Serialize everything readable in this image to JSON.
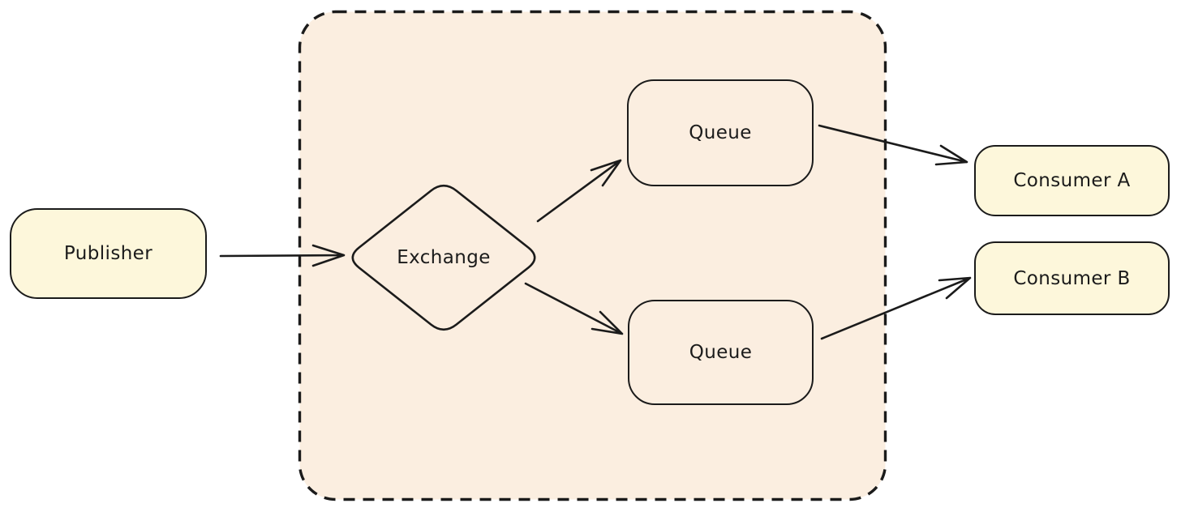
{
  "diagram": {
    "type": "flow-diagram",
    "description": "Message broker topology: a publisher sends to an exchange inside a broker boundary, the exchange routes to two queues, each queue delivers to a consumer",
    "nodes": {
      "publisher": {
        "label": "Publisher",
        "shape": "rounded-rectangle",
        "fill": "yellow"
      },
      "exchange": {
        "label": "Exchange",
        "shape": "diamond",
        "fill": "transparent"
      },
      "queue_top": {
        "label": "Queue",
        "shape": "rounded-rectangle",
        "fill": "transparent"
      },
      "queue_bottom": {
        "label": "Queue",
        "shape": "rounded-rectangle",
        "fill": "transparent"
      },
      "consumer_a": {
        "label": "Consumer A",
        "shape": "rounded-rectangle",
        "fill": "yellow"
      },
      "consumer_b": {
        "label": "Consumer B",
        "shape": "rounded-rectangle",
        "fill": "yellow"
      }
    },
    "container": {
      "style": "dashed-rounded-rectangle",
      "contains": [
        "exchange",
        "queue_top",
        "queue_bottom"
      ]
    },
    "edges": [
      {
        "from": "publisher",
        "to": "exchange"
      },
      {
        "from": "exchange",
        "to": "queue_top"
      },
      {
        "from": "exchange",
        "to": "queue_bottom"
      },
      {
        "from": "queue_top",
        "to": "consumer_a"
      },
      {
        "from": "queue_bottom",
        "to": "consumer_b"
      }
    ],
    "colors": {
      "node_fill_yellow": "#fdf7db",
      "container_fill": "#fbeee0",
      "stroke": "#1b1b1b",
      "background": "#ffffff"
    }
  }
}
